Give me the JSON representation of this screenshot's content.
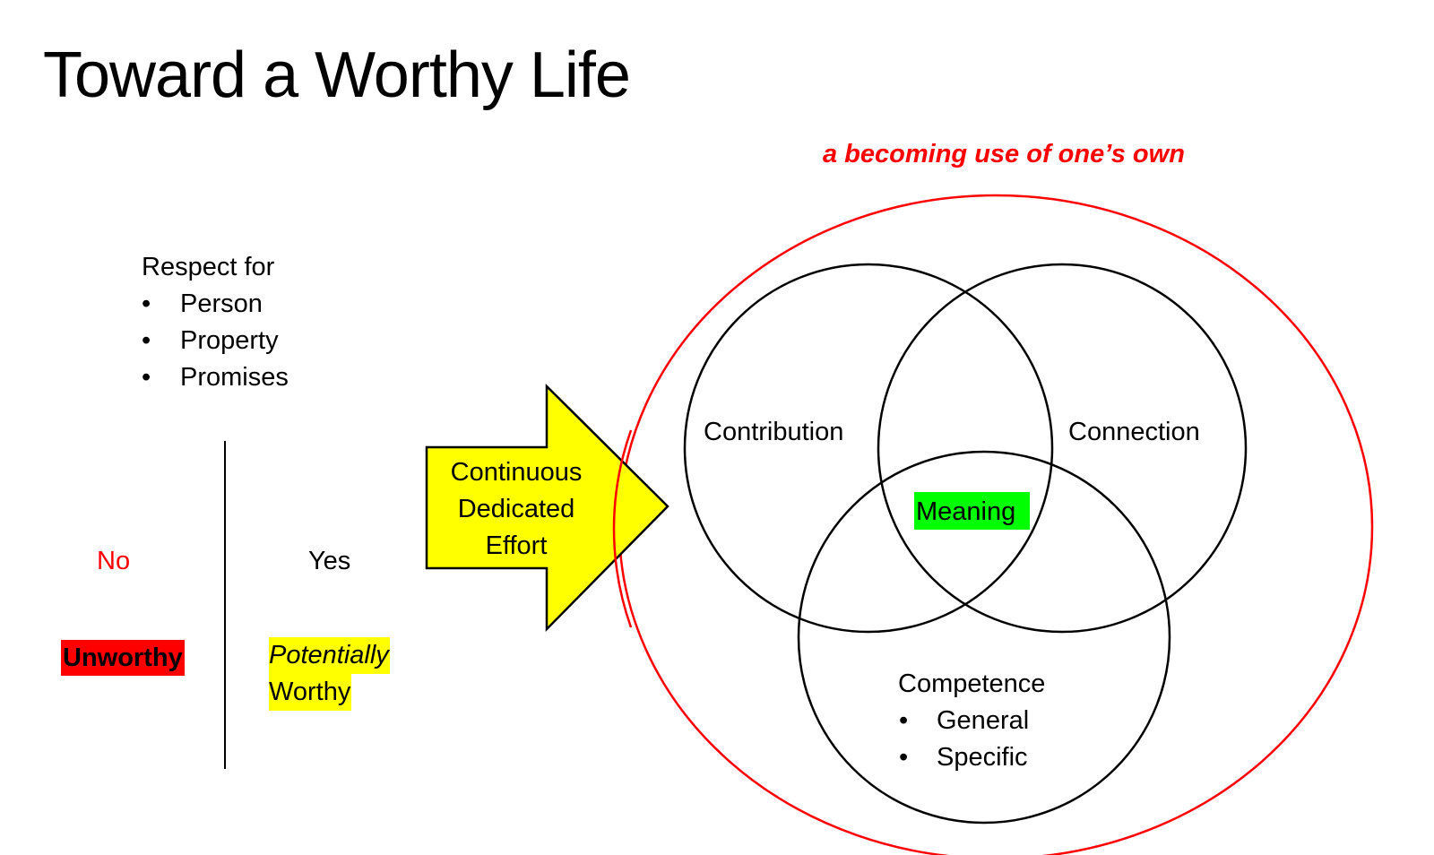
{
  "title": "Toward a Worthy Life",
  "subtitle": "a becoming use of one’s own",
  "respect": {
    "heading": "Respect for",
    "items": [
      "Person",
      "Property",
      "Promises"
    ]
  },
  "outcome": {
    "no_label": "No",
    "yes_label": "Yes",
    "unworthy": "Unworthy",
    "potentially": "Potentially",
    "worthy": "Worthy"
  },
  "arrow": {
    "lines": [
      "Continuous",
      "Dedicated",
      "Effort"
    ],
    "fill": "#ffff00"
  },
  "venn": {
    "contribution": "Contribution",
    "connection": "Connection",
    "meaning": "Meaning",
    "competence": {
      "heading": "Competence",
      "items": [
        "General",
        "Specific"
      ]
    }
  },
  "colors": {
    "red": "#ff0000",
    "yellow": "#ffff00",
    "green": "#00ff00"
  }
}
